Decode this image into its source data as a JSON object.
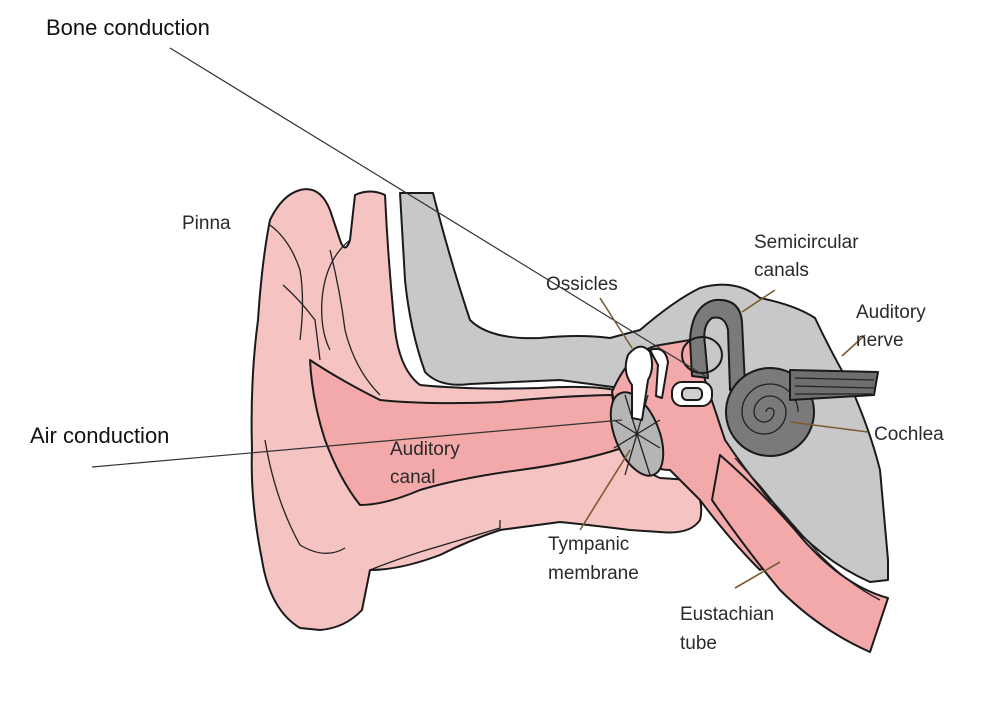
{
  "labels": {
    "bone_conduction": "Bone conduction",
    "air_conduction": "Air conduction",
    "pinna": "Pinna",
    "ossicles": "Ossicles",
    "semicircular_line1": "Semicircular",
    "semicircular_line2": "canals",
    "auditory_nerve_line1": "Auditory",
    "auditory_nerve_line2": "nerve",
    "cochlea": "Cochlea",
    "auditory_canal_line1": "Auditory",
    "auditory_canal_line2": "canal",
    "tympanic_line1": "Tympanic",
    "tympanic_line2": "membrane",
    "eustachian_line1": "Eustachian",
    "eustachian_line2": "tube"
  },
  "colors": {
    "skin": "#f6c3c3",
    "canal": "#f3a9a9",
    "bone": "#c8c8c8",
    "inner_ear": "#7a7a7a",
    "outline": "#1a1a1a",
    "leader": "#7a5c2e"
  }
}
